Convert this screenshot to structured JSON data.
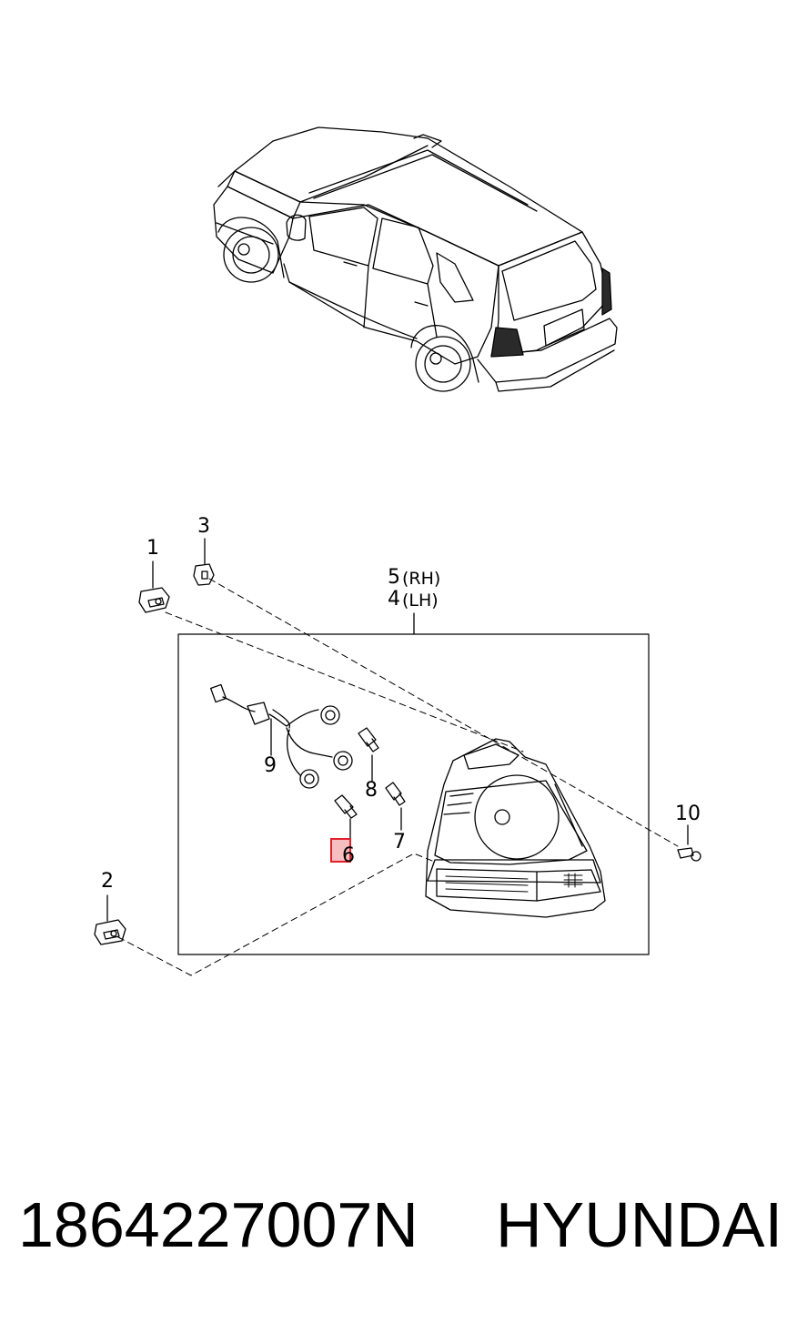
{
  "callouts": {
    "c1": "1",
    "c2": "2",
    "c3": "3",
    "c5": "5",
    "c5_side": "(RH)",
    "c4": "4",
    "c4_side": "(LH)",
    "c6": "6",
    "c7": "7",
    "c8": "8",
    "c9": "9",
    "c10": "10"
  },
  "footer": {
    "part_number": "1864227007N",
    "brand": "HYUNDAI"
  },
  "colors": {
    "line": "#000000",
    "highlight_border": "#e0202a",
    "highlight_fill": "#e64646",
    "lamp_dark": "#2a2a2a"
  }
}
